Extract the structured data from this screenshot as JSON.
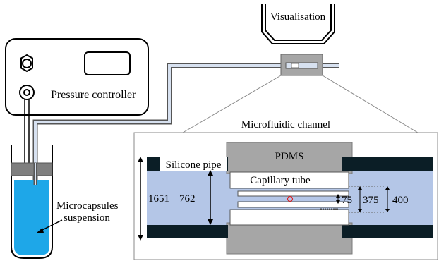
{
  "labels": {
    "visualisation": "Visualisation",
    "pressure_controller": "Pressure controller",
    "microcapsules_line1": "Microcapsules",
    "microcapsules_line2": "suspension",
    "microfluidic_channel": "Microfluidic channel",
    "pdms": "PDMS",
    "silicone_pipe": "Silicone pipe",
    "capillary_tube": "Capillary tube"
  },
  "dimensions": {
    "outer": "1651",
    "pipe_inner": "762",
    "channel": "75",
    "capillary_inner": "375",
    "capillary_outer": "400"
  },
  "colors": {
    "fluid": "#b4c6e7",
    "suspension": "#1ea7e8",
    "pdms": "#a6a6a6",
    "pipe": "#0b1e26",
    "tube_line": "#8fa9cf",
    "capsule": "#e02020"
  }
}
